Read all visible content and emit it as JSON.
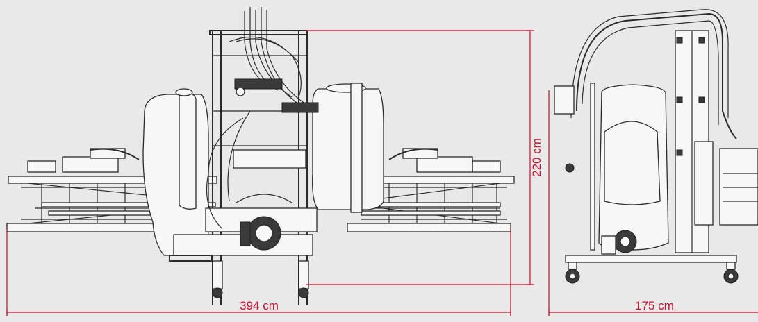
{
  "dimensions": {
    "width_front": "394 cm",
    "height": "220 cm",
    "width_side": "175 cm"
  },
  "colors": {
    "background": "#e9e9e9",
    "dimension": "#c8102e",
    "drawing": "#2b2b2b"
  }
}
